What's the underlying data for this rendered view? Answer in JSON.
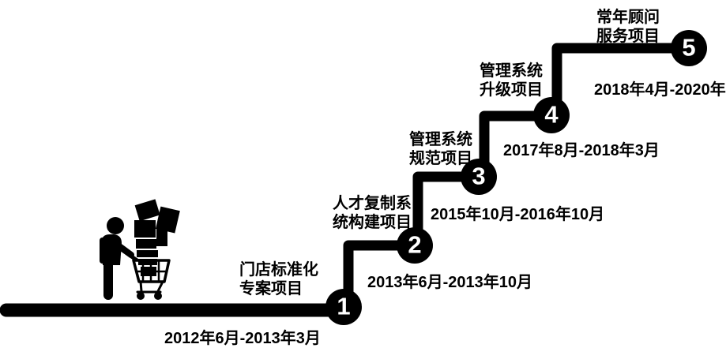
{
  "colors": {
    "ink": "#000000",
    "background": "#ffffff",
    "number_text": "#ffffff"
  },
  "icon": {
    "name": "person-pushing-shopping-cart-with-boxes"
  },
  "steps": [
    {
      "number": "1",
      "label_line1": "门店标准化",
      "label_line2": "专案项目",
      "date": "2012年6月-2013年3月"
    },
    {
      "number": "2",
      "label_line1": "人才复制系",
      "label_line2": "统构建项目",
      "date": "2013年6月-2013年10月"
    },
    {
      "number": "3",
      "label_line1": "管理系统",
      "label_line2": "规范项目",
      "date": "2015年10月-2016年10月"
    },
    {
      "number": "4",
      "label_line1": "管理系统",
      "label_line2": "升级项目",
      "date": "2017年8月-2018年3月"
    },
    {
      "number": "5",
      "label_line1": "常年顾问",
      "label_line2": "服务项目",
      "date": "2018年4月-2020年"
    }
  ]
}
